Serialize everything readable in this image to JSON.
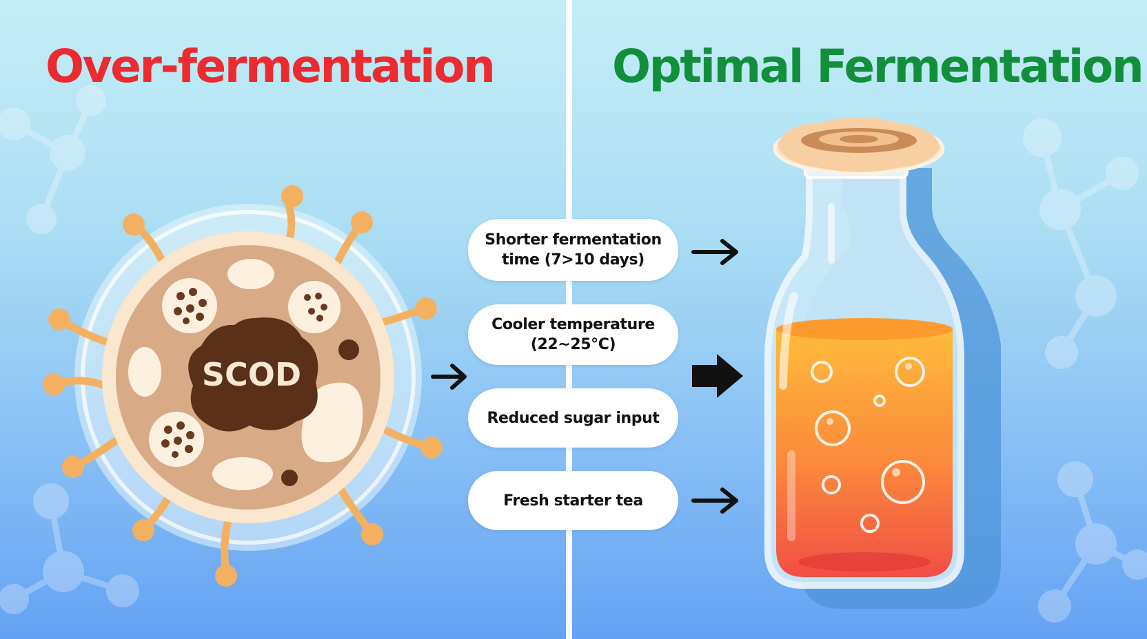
{
  "titles": {
    "left": "Over-fermentation",
    "right": "Optimal Fermentation"
  },
  "scoby": {
    "label": "SCOD"
  },
  "steps": [
    {
      "label": "Shorter fermentation\ntime (7>10 days)"
    },
    {
      "label": "Cooler temperature\n(22~25°C)"
    },
    {
      "label": "Reduced sugar input"
    },
    {
      "label": "Fresh starter tea"
    }
  ],
  "colors": {
    "title_left": "#ec2a2f",
    "title_right": "#128f3a",
    "scoby_dark": "#5b3018",
    "scoby_body": "#d8ab86",
    "liquid_top": "#ffbf3a",
    "liquid_bottom": "#f24e45",
    "tentacle": "#f4b061"
  },
  "icons": [
    "molecule-icon",
    "scoby-cell-icon",
    "arrow-right-icon",
    "bottle-icon",
    "bubble-icon"
  ]
}
